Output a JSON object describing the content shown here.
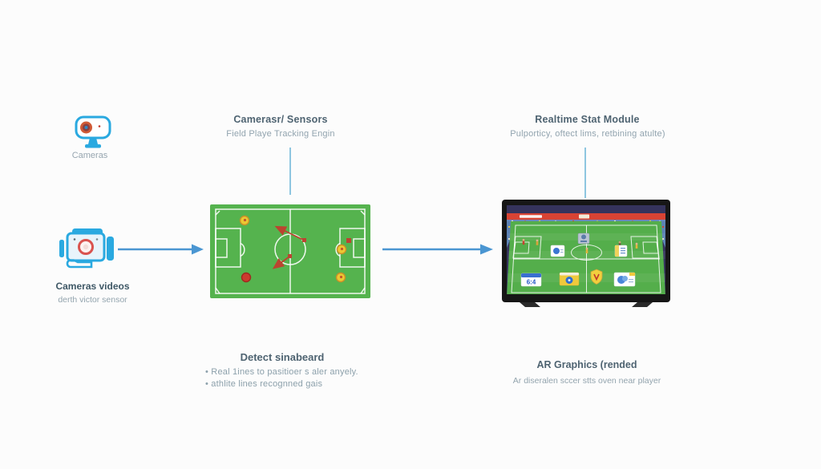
{
  "pipeline": {
    "left": {
      "camera_label": "Cameras",
      "video_title": "Cameras videos",
      "video_subtitle": "derth victor sensor"
    },
    "tracking": {
      "title": "Camerasr/ Sensors",
      "subtitle": "Field Playe Tracking Engin",
      "result_title": "Detect sinabeard",
      "result_bullets": [
        "• Real 1ines to pasitioer s aler anyely.",
        "• athlite lines recognned gais"
      ]
    },
    "output": {
      "title": "Realtime Stat Module",
      "subtitle": "Pulporticy, oftect lims, retbining atulte)",
      "result_title": "AR Graphics (rended",
      "result_subtitle": "Ar diseralen sccer stts oven near player",
      "tv_score": "6:4"
    },
    "colors": {
      "arrow": "#4a96d2",
      "connector": "#8ec6e0",
      "field_green": "#55b34e",
      "tv_field_green": "#54ae4b",
      "banner_red": "#d84334",
      "icon_blue": "#2aa9e0",
      "marker_red": "#bb4430",
      "player_yellow": "#ecc832"
    }
  }
}
